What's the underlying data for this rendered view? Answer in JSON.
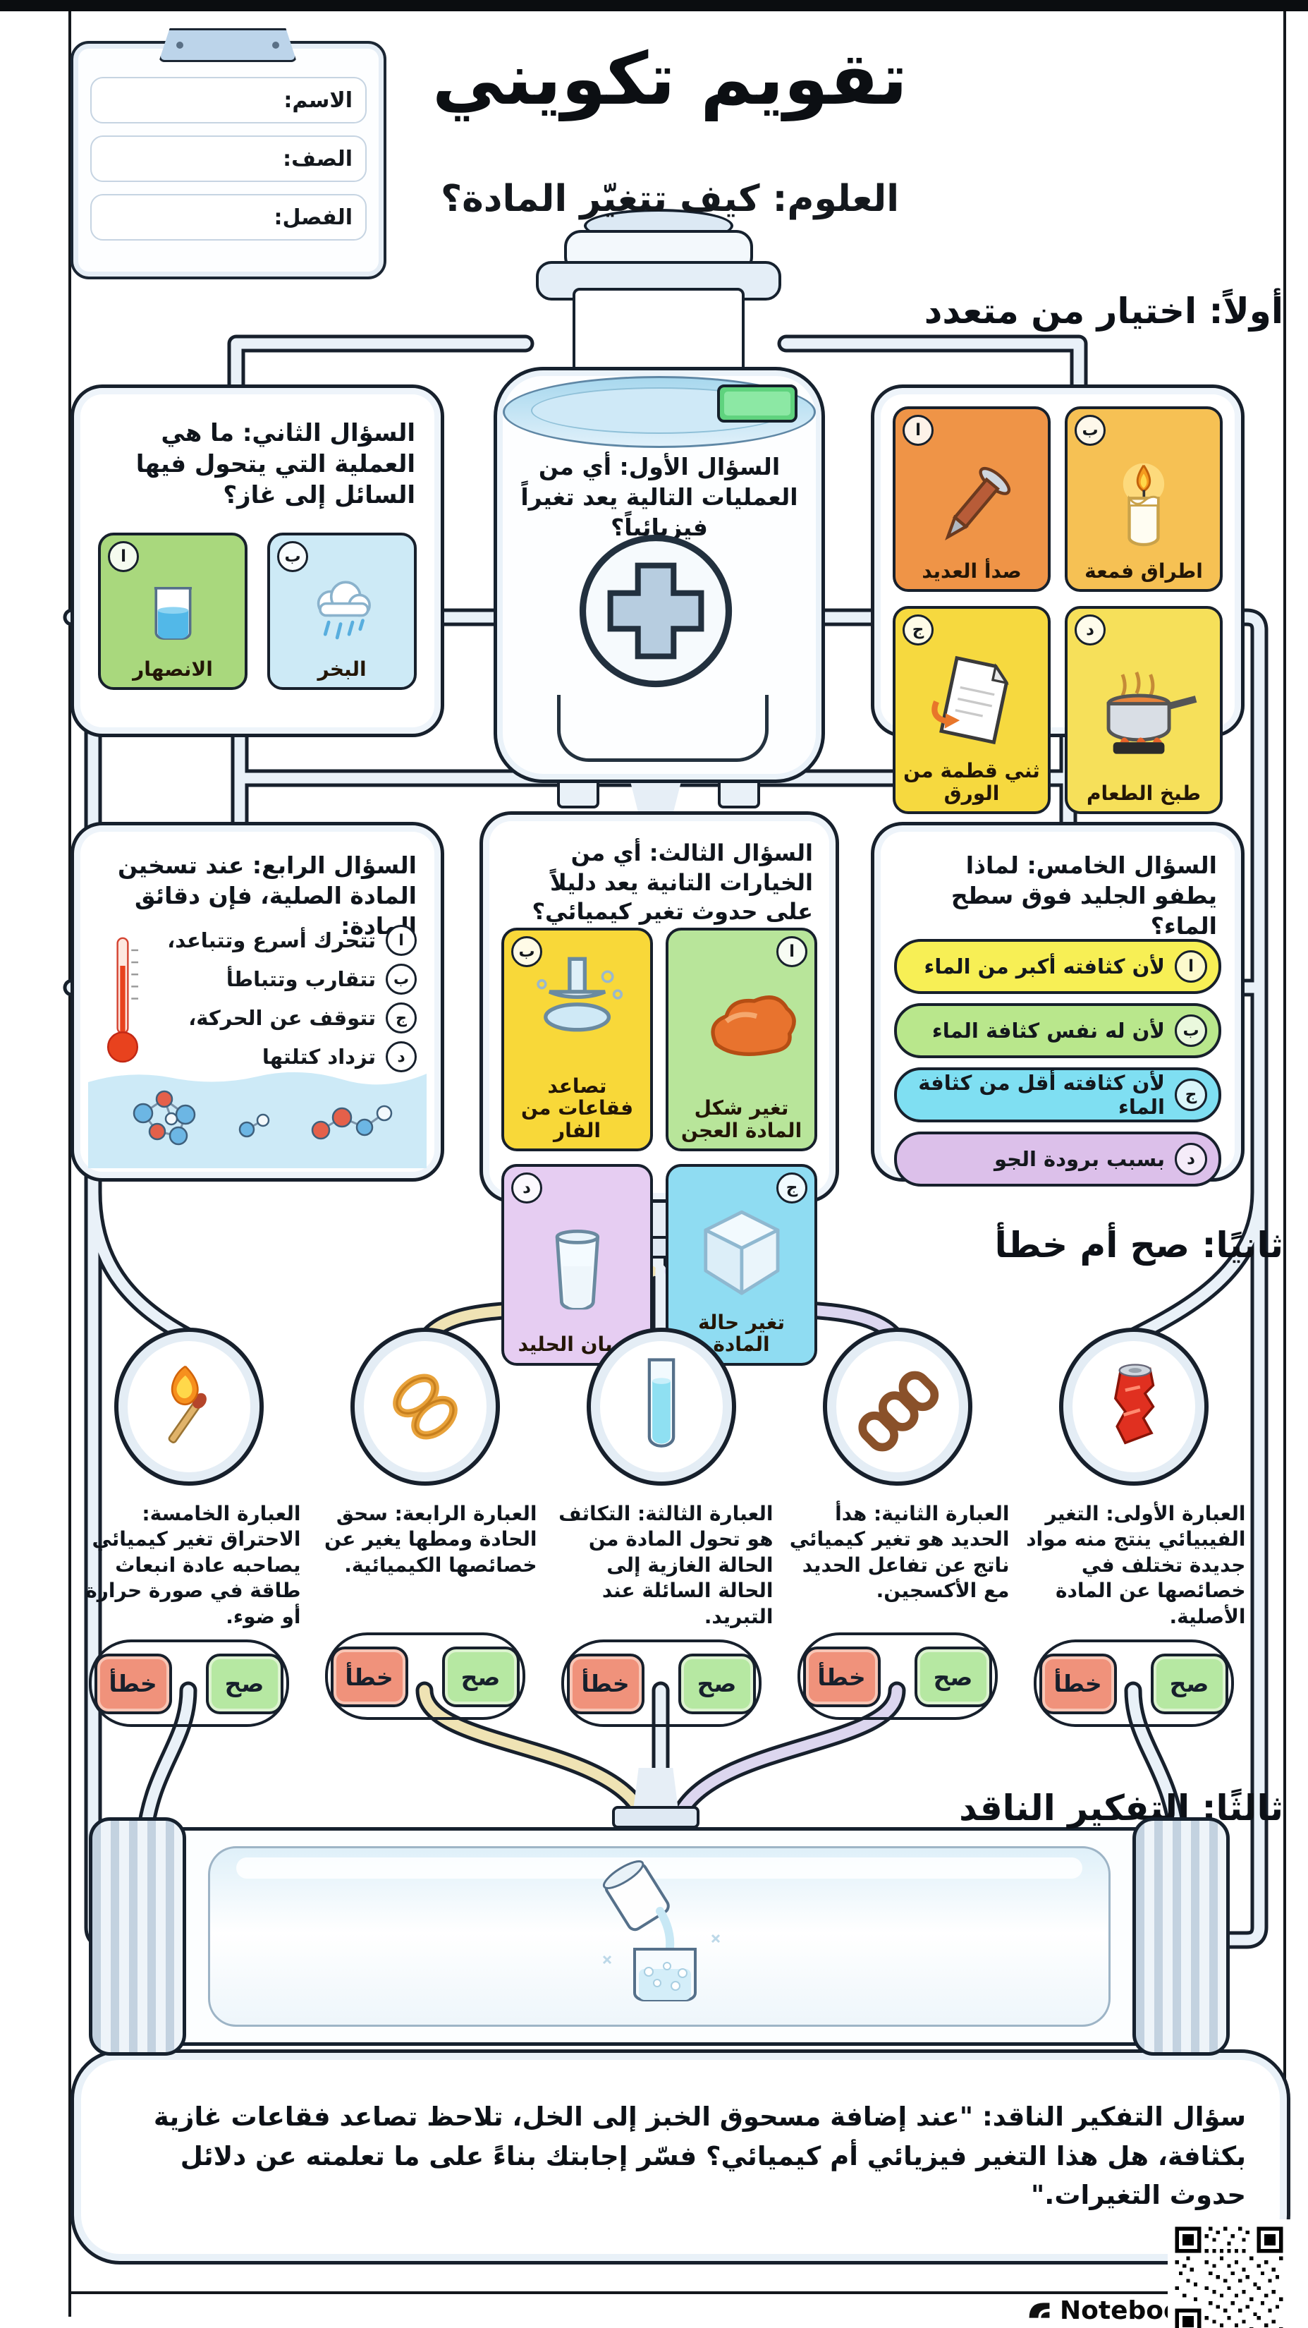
{
  "page": {
    "title": "تقويم تكويني",
    "subtitle": "العلوم: كيف تتغيّر المادة؟"
  },
  "name_card": {
    "fields": [
      {
        "label": "الاسم:",
        "value": ""
      },
      {
        "label": "الصف:",
        "value": ""
      },
      {
        "label": "الفصل:",
        "value": ""
      }
    ]
  },
  "sections": {
    "first": "أولاً: اختيار من متعدد",
    "second": "ثانيًا: صح أم خطأ",
    "third": "ثالثًا: التفكير الناقد"
  },
  "q1": {
    "text": "السؤال الأول: أي من العمليات التالية يعد تغيراً فيزيائياً؟",
    "options": [
      {
        "letter": "ا",
        "label": "صدأ العديد",
        "icon": "rusty-nail",
        "color": "#ef9447"
      },
      {
        "letter": "ب",
        "label": "اطراق فمعة",
        "icon": "burning-candle",
        "color": "#f6c154"
      },
      {
        "letter": "ج",
        "label": "ثني قطمة من الورق",
        "icon": "folded-paper",
        "color": "#f6d93f"
      },
      {
        "letter": "د",
        "label": "طبخ الطعام",
        "icon": "cooking-pot",
        "color": "#f6e05a"
      }
    ]
  },
  "q2": {
    "text": "السؤال الثاني: ما هي العملية التي يتحول فيها السائل إلى غاز؟",
    "options": [
      {
        "letter": "ا",
        "label": "الانصهار",
        "icon": "water-beaker",
        "color": "#a9d87d"
      },
      {
        "letter": "ب",
        "label": "البخر",
        "icon": "rain-cloud",
        "color": "#cdeaf6"
      }
    ]
  },
  "q3": {
    "text": "السؤال الثالث: أي من الخيارات التانية يعد دليلاً على حدوث تغير كيميائي؟",
    "options": [
      {
        "letter": "ا",
        "label": "تغير شكل المادة العجن",
        "icon": "orange-blob",
        "color": "#b8e59a"
      },
      {
        "letter": "ب",
        "label": "تصاعد فقاعات من الفار",
        "icon": "bubbles-funnel",
        "color": "#f8d839"
      },
      {
        "letter": "ج",
        "label": "تغير حالة المادة",
        "icon": "ice-cube",
        "color": "#8fdcf2"
      },
      {
        "letter": "د",
        "label": "كوبان الحليد",
        "icon": "tall-beaker",
        "color": "#e6cdf2"
      }
    ]
  },
  "q4": {
    "text": "السؤال الرابع: عند تسخين المادة الصلية، فإن دقائق المادة:",
    "options": [
      {
        "letter": "ا",
        "label": "تتحرك أسرع وتتباعد،"
      },
      {
        "letter": "ب",
        "label": "تتقارب وتتباطأ"
      },
      {
        "letter": "ج",
        "label": "تتوقف عن الحركة،"
      },
      {
        "letter": "د",
        "label": "تزداد كتلتها"
      }
    ]
  },
  "q5": {
    "text": "السؤال الخامس: لماذا يطفو الجليد فوق سطح الماء؟",
    "options": [
      {
        "letter": "ا",
        "label": "لأن كثافته أكبر من الماء",
        "color": "#f7ef55"
      },
      {
        "letter": "ب",
        "label": "لأن له نفس كثافة الماء",
        "color": "#b9e78c"
      },
      {
        "letter": "ج",
        "label": "لأن كثافته أقل من كثافة الماء",
        "color": "#7fdff2"
      },
      {
        "letter": "د",
        "label": "بسبب برودة الجو",
        "color": "#dcc0ea"
      }
    ]
  },
  "tf": {
    "true_label": "صح",
    "false_label": "خطأ",
    "statements": [
      {
        "icon": "crushed-can",
        "text": "العبارة الأولى: التغير الفيبيائي ينتج منه مواد جديدة تختلف في خصائصها عن المادة الأصلية."
      },
      {
        "icon": "rusty-chain",
        "text": "العبارة الثانية: هدأ الحديد هو تغير كيميائي ناتج عن تفاعل الحديد مع الأكسجين."
      },
      {
        "icon": "water-glass",
        "text": "العبارة الثالثة: التكاثف هو تحول المادة من الحالة الغازية إلى الحالة السائلة عند التبريد."
      },
      {
        "icon": "rubber-band",
        "text": "العبارة الرابعة: سحق الحادة ومطها يغير عن خصائصها الكيميائية."
      },
      {
        "icon": "burning-match",
        "text": "العبارة الخامسة: الاحتراق تغير كيميائي يصاحبه عادة انبعاث طاقة في صورة حرارة أو ضوء."
      }
    ]
  },
  "critical": {
    "label": "سؤال التفكير الناقد:",
    "body": "\"عند إضافة مسحوق الخبز إلى الخل، تلاحظ تصاعد فقاعات غازية بكثافة، هل هذا التغير فيزيائي أم كيميائي؟ فسّر إجابتك بناءً على ما تعلمته عن دلائل حدوث التغيرات.\""
  },
  "footer": {
    "brand": "NotebookLM"
  },
  "palette": {
    "true_button": "#b6e8a2",
    "false_button": "#f0927b",
    "pipe_fill": "#e9f1f8",
    "outline": "#17202c",
    "indicator_light": "#5fd37e"
  }
}
